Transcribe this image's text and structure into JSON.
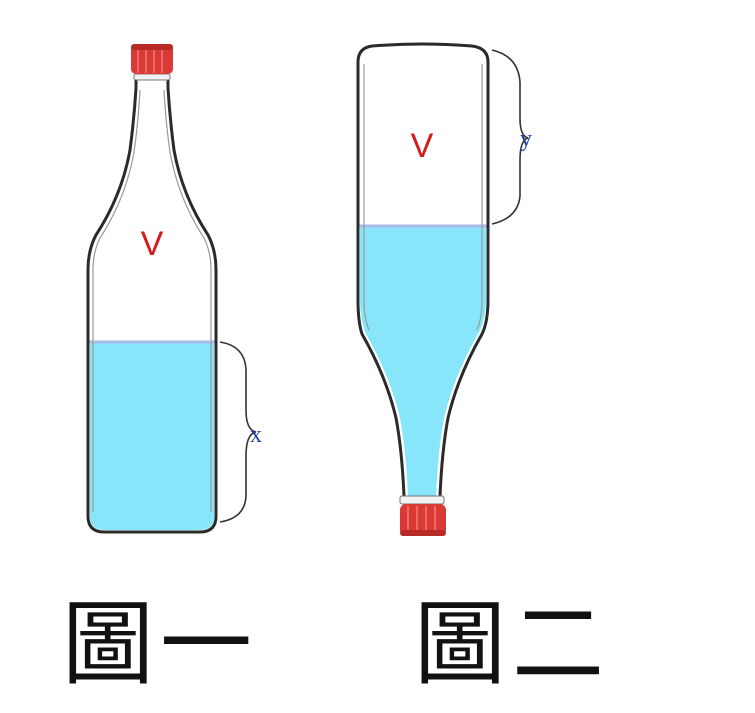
{
  "figures": [
    {
      "caption": "圖一",
      "volume_label": "V",
      "height_label": "x"
    },
    {
      "caption": "圖二",
      "volume_label": "V",
      "height_label": "y"
    }
  ],
  "colors": {
    "water": "#88e6fa",
    "water_surface": "#a9b9e8",
    "cap": "#d93a35",
    "volume_label": "#d41a1a",
    "height_label": "#1f3f9f",
    "glass": "#2a2a2a"
  }
}
